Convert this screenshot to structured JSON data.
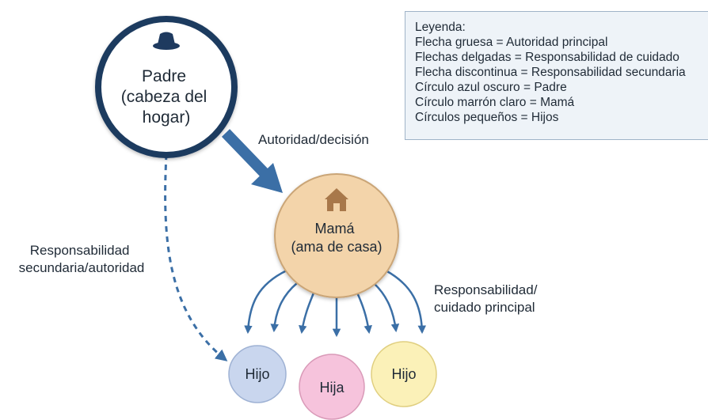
{
  "colors": {
    "padre_fill": "#ffffff",
    "padre_stroke": "#1e3a5f",
    "mama_fill": "#f3d4aa",
    "mama_stroke": "#caa577",
    "hijo_left_fill": "#c9d6ee",
    "hija_fill": "#f6c3dc",
    "hijo_right_fill": "#fbf1b8",
    "arrow": "#3b6fa6",
    "legend_bg": "#eef3f8",
    "legend_border": "#9fb3c8",
    "text": "#1f2a36"
  },
  "nodes": {
    "padre": {
      "icon": "hat-icon",
      "lines": [
        "Padre",
        "(cabeza del",
        "hogar)"
      ]
    },
    "mama": {
      "icon": "house-icon",
      "lines": [
        "Mamá",
        "(ama de casa)"
      ]
    },
    "hijo_left": {
      "label": "Hijo"
    },
    "hija": {
      "label": "Hija"
    },
    "hijo_right": {
      "label": "Hijo"
    }
  },
  "edges": {
    "authority": {
      "label": "Autoridad/decisión",
      "style": "thick"
    },
    "secondary": {
      "lines": [
        "Responsabilidad",
        "secundaria/autoridad"
      ],
      "style": "dashed"
    },
    "care": {
      "lines": [
        "Responsabilidad/",
        "cuidado principal"
      ],
      "style": "thin"
    }
  },
  "legend": {
    "title": "Leyenda:",
    "items": [
      "Flecha gruesa = Autoridad principal",
      "Flechas delgadas = Responsabilidad de cuidado",
      "Flecha discontinua = Responsabilidad secundaria",
      "Círculo azul oscuro = Padre",
      "Círculo marrón claro = Mamá",
      "Círculos pequeños = Hijos"
    ]
  }
}
